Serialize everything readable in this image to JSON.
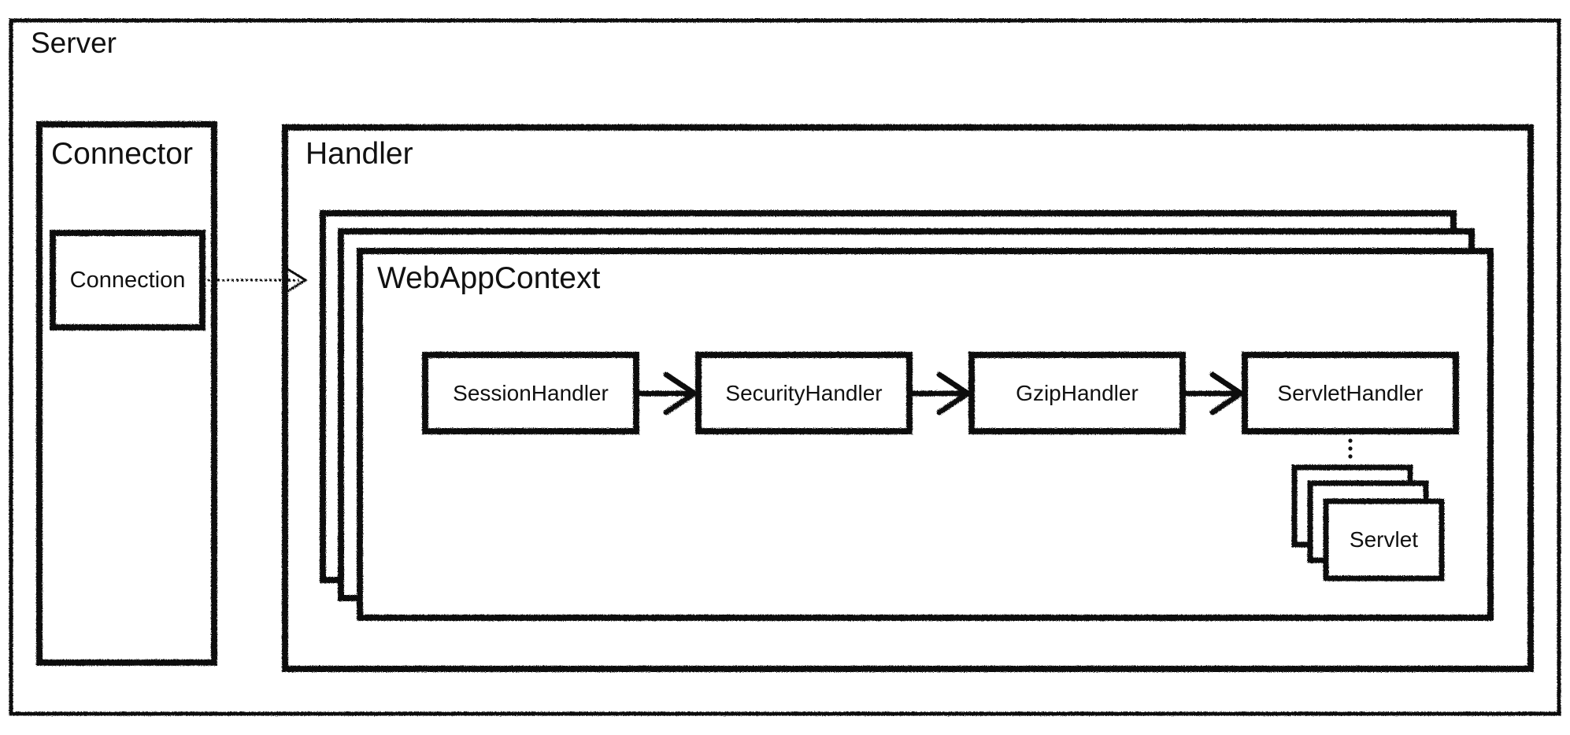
{
  "server": {
    "label": "Server"
  },
  "connector": {
    "label": "Connector",
    "connection_label": "Connection"
  },
  "handler": {
    "label": "Handler"
  },
  "webapp": {
    "label": "WebAppContext",
    "chain": [
      "SessionHandler",
      "SecurityHandler",
      "GzipHandler",
      "ServletHandler"
    ],
    "servlet_label": "Servlet"
  }
}
